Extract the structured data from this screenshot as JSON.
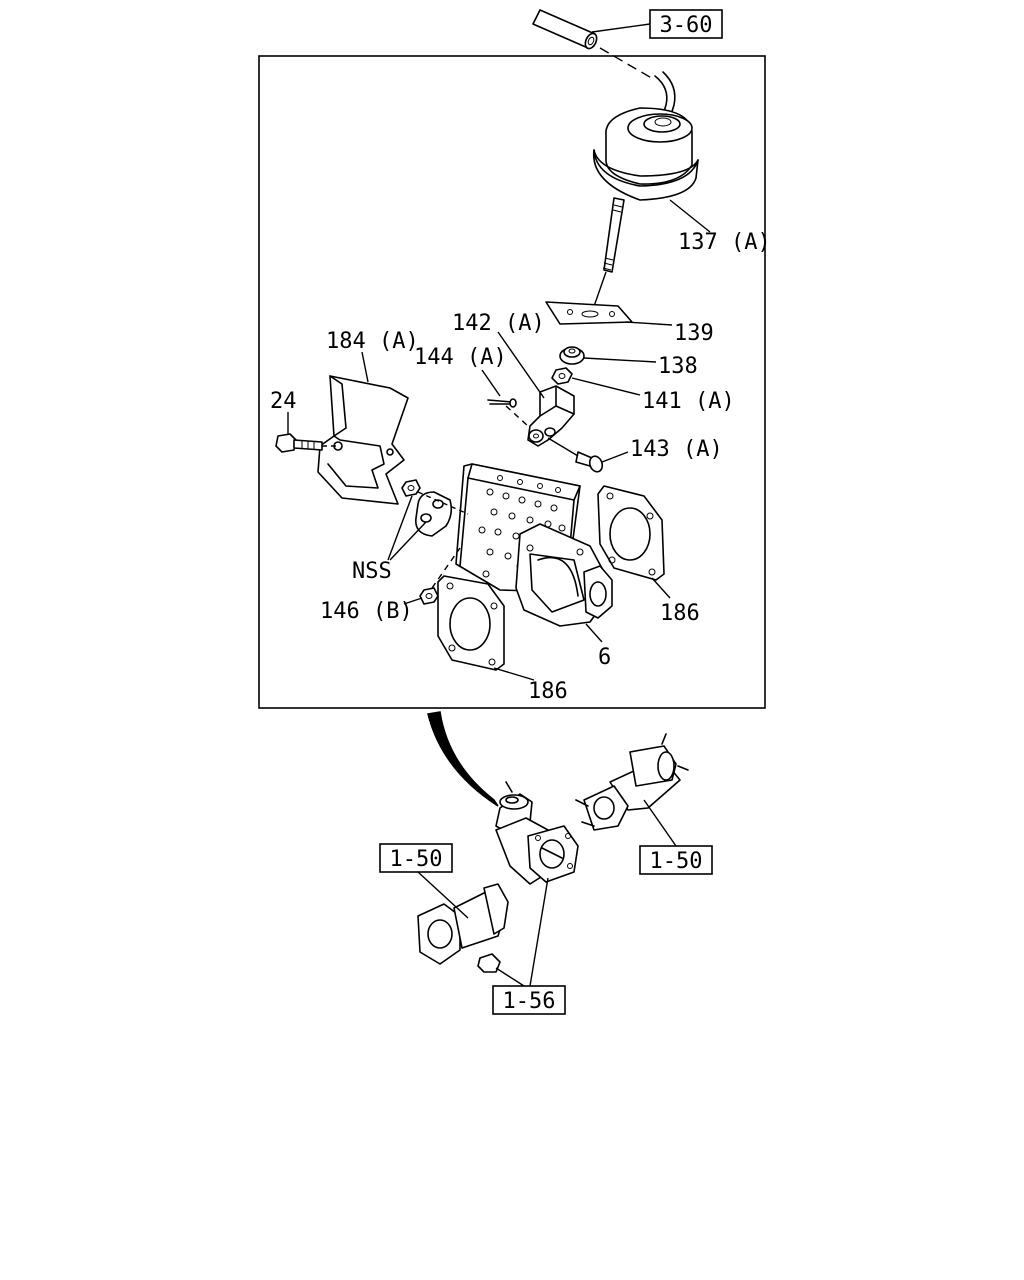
{
  "labels": {
    "p137a": "137 (A)",
    "p139": "139",
    "p138": "138",
    "p141a": "141 (A)",
    "p142a": "142 (A)",
    "p144a": "144 (A)",
    "p184a": "184 (A)",
    "p24": "24",
    "p143a": "143 (A)",
    "nss": "NSS",
    "p146b": "146 (B)",
    "p186_right": "186",
    "p6": "6",
    "p186_bottom": "186"
  },
  "refs": {
    "top": "3-60",
    "left": "1-50",
    "right": "1-50",
    "bottom": "1-56"
  }
}
